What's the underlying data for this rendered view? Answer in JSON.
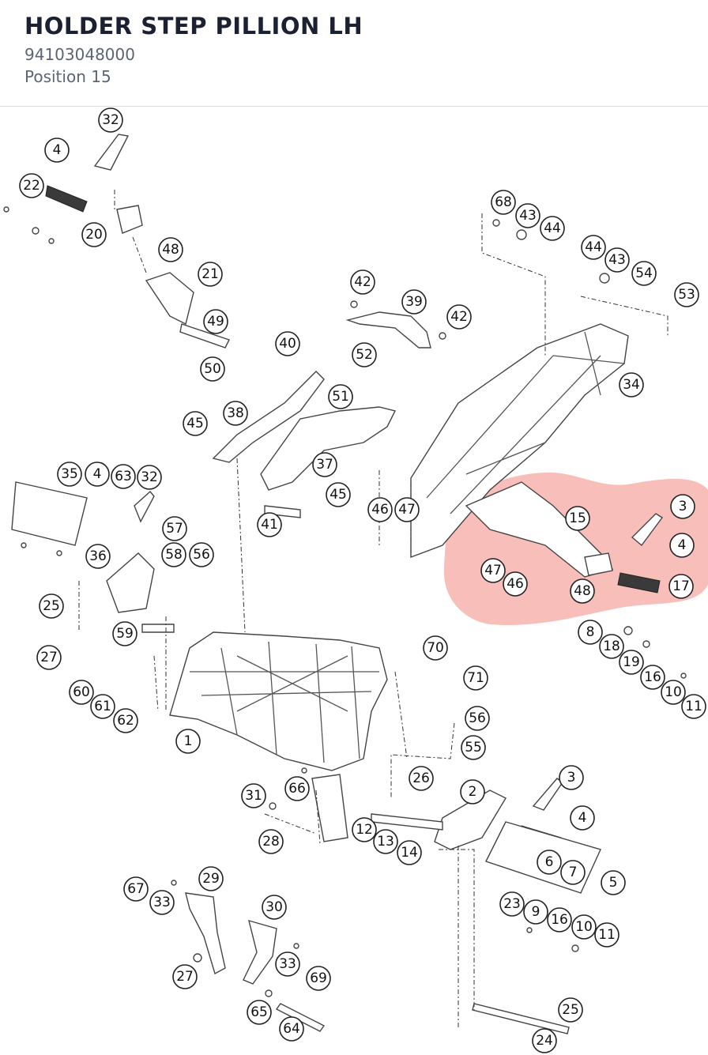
{
  "header": {
    "title": "HOLDER STEP PILLION LH",
    "part_number": "94103048000",
    "position": "Position 15"
  },
  "diagram": {
    "highlight_color": "#f28b82",
    "highlighted_position": "15",
    "callouts": {
      "c32a": "32",
      "c4a": "4",
      "c22": "22",
      "c20": "20",
      "c48a": "48",
      "c21": "21",
      "c49": "49",
      "c50": "50",
      "c42a": "42",
      "c39": "39",
      "c42b": "42",
      "c40": "40",
      "c52": "52",
      "c51": "51",
      "c38": "38",
      "c45a": "45",
      "c37": "37",
      "c45b": "45",
      "c41": "41",
      "c68": "68",
      "c43a": "43",
      "c44a": "44",
      "c44b": "44",
      "c43b": "43",
      "c54": "54",
      "c53": "53",
      "c34": "34",
      "c46a": "46",
      "c47a": "47",
      "c15": "15",
      "c3a": "3",
      "c4b": "4",
      "c47b": "47",
      "c46b": "46",
      "c48b": "48",
      "c17": "17",
      "c35": "35",
      "c4c": "4",
      "c63": "63",
      "c32b": "32",
      "c57": "57",
      "c36": "36",
      "c58": "58",
      "c56a": "56",
      "c25a": "25",
      "c59": "59",
      "c27a": "27",
      "c60": "60",
      "c61": "61",
      "c62": "62",
      "c8": "8",
      "c18": "18",
      "c19": "19",
      "c16a": "16",
      "c10a": "10",
      "c11a": "11",
      "c70": "70",
      "c71": "71",
      "c56b": "56",
      "c55": "55",
      "c1": "1",
      "c66": "66",
      "c26": "26",
      "c31": "31",
      "c2": "2",
      "c3b": "3",
      "c4d": "4",
      "c28": "28",
      "c12": "12",
      "c13": "13",
      "c14": "14",
      "c6": "6",
      "c7": "7",
      "c5": "5",
      "c29": "29",
      "c67": "67",
      "c33a": "33",
      "c30": "30",
      "c23": "23",
      "c9": "9",
      "c16b": "16",
      "c10b": "10",
      "c11b": "11",
      "c33b": "33",
      "c69": "69",
      "c27b": "27",
      "c65": "65",
      "c64": "64",
      "c25b": "25",
      "c24": "24"
    }
  }
}
